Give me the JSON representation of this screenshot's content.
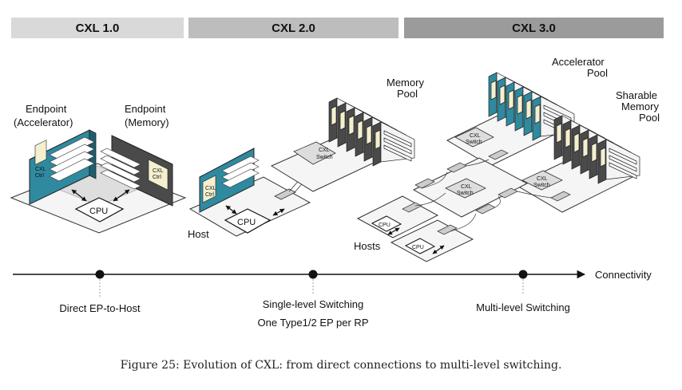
{
  "headers": [
    "CXL 1.0",
    "CXL 2.0",
    "CXL 3.0"
  ],
  "gen1": {
    "endpoint_accel": [
      "Endpoint",
      "(Accelerator)"
    ],
    "endpoint_mem": [
      "Endpoint",
      "(Memory)"
    ],
    "ctrl": [
      "CXL",
      "Ctrl"
    ],
    "cpu": "CPU"
  },
  "gen2": {
    "memory_pool": [
      "Memory",
      "Pool"
    ],
    "host": "Host",
    "ctrl": [
      "CXL",
      "Ctrl"
    ],
    "switch": [
      "CXL",
      "Switch"
    ],
    "cpu": "CPU"
  },
  "gen3": {
    "accel_pool": [
      "Accelerator",
      "Pool"
    ],
    "sharable_pool": [
      "Sharable",
      "Memory",
      "Pool"
    ],
    "hosts": "Hosts",
    "switch": [
      "CXL",
      "Switch"
    ],
    "cpu": "CPU"
  },
  "axis": {
    "label": "Connectivity",
    "milestones": [
      {
        "text": [
          "Direct EP-to-Host"
        ]
      },
      {
        "text": [
          "Single-level Switching",
          "One Type1/2 EP per RP"
        ]
      },
      {
        "text": [
          "Multi-level Switching"
        ]
      }
    ]
  },
  "colors": {
    "teal": "#2f8aa0",
    "dark": "#4a4a4a",
    "cream": "#f4efcf"
  },
  "caption": "Figure 25: Evolution of CXL: from direct connections to multi-level switching."
}
